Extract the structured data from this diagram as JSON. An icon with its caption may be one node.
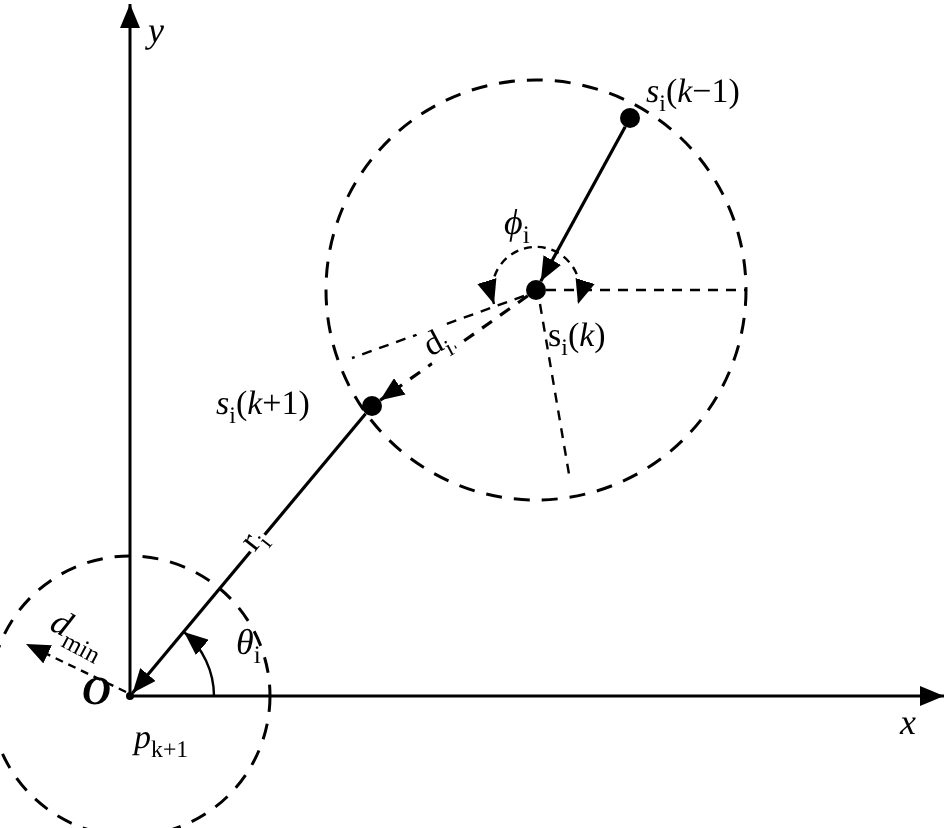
{
  "diagram": {
    "nodes": [
      {
        "text": [
          "*s*$_{i}$(*k*−1)"
        ]
      },
      {
        "text": [
          "s$_{i}$(*k*)"
        ]
      },
      {
        "text": [
          "*s*$_{i}$(*k*+1)"
        ]
      },
      {
        "text": [
          "*O*"
        ],
        "beside": [
          "*p*$_{k+1}$"
        ]
      }
    ],
    "edges": [
      {
        "from": 0,
        "to": 1,
        "arrow": "to"
      },
      {
        "from": 1,
        "to": 2,
        "arrow": "to",
        "style": "dashed",
        "label": "d$_{i}$"
      },
      {
        "from": 2,
        "to": 3,
        "arrow": "to",
        "label": "r$_{i}$"
      }
    ],
    "labels": [
      "*y*",
      "*ϕ*$_{i}$",
      "*θ*$_{i}$",
      "*d*$_{min}$",
      "*x*"
    ]
  }
}
